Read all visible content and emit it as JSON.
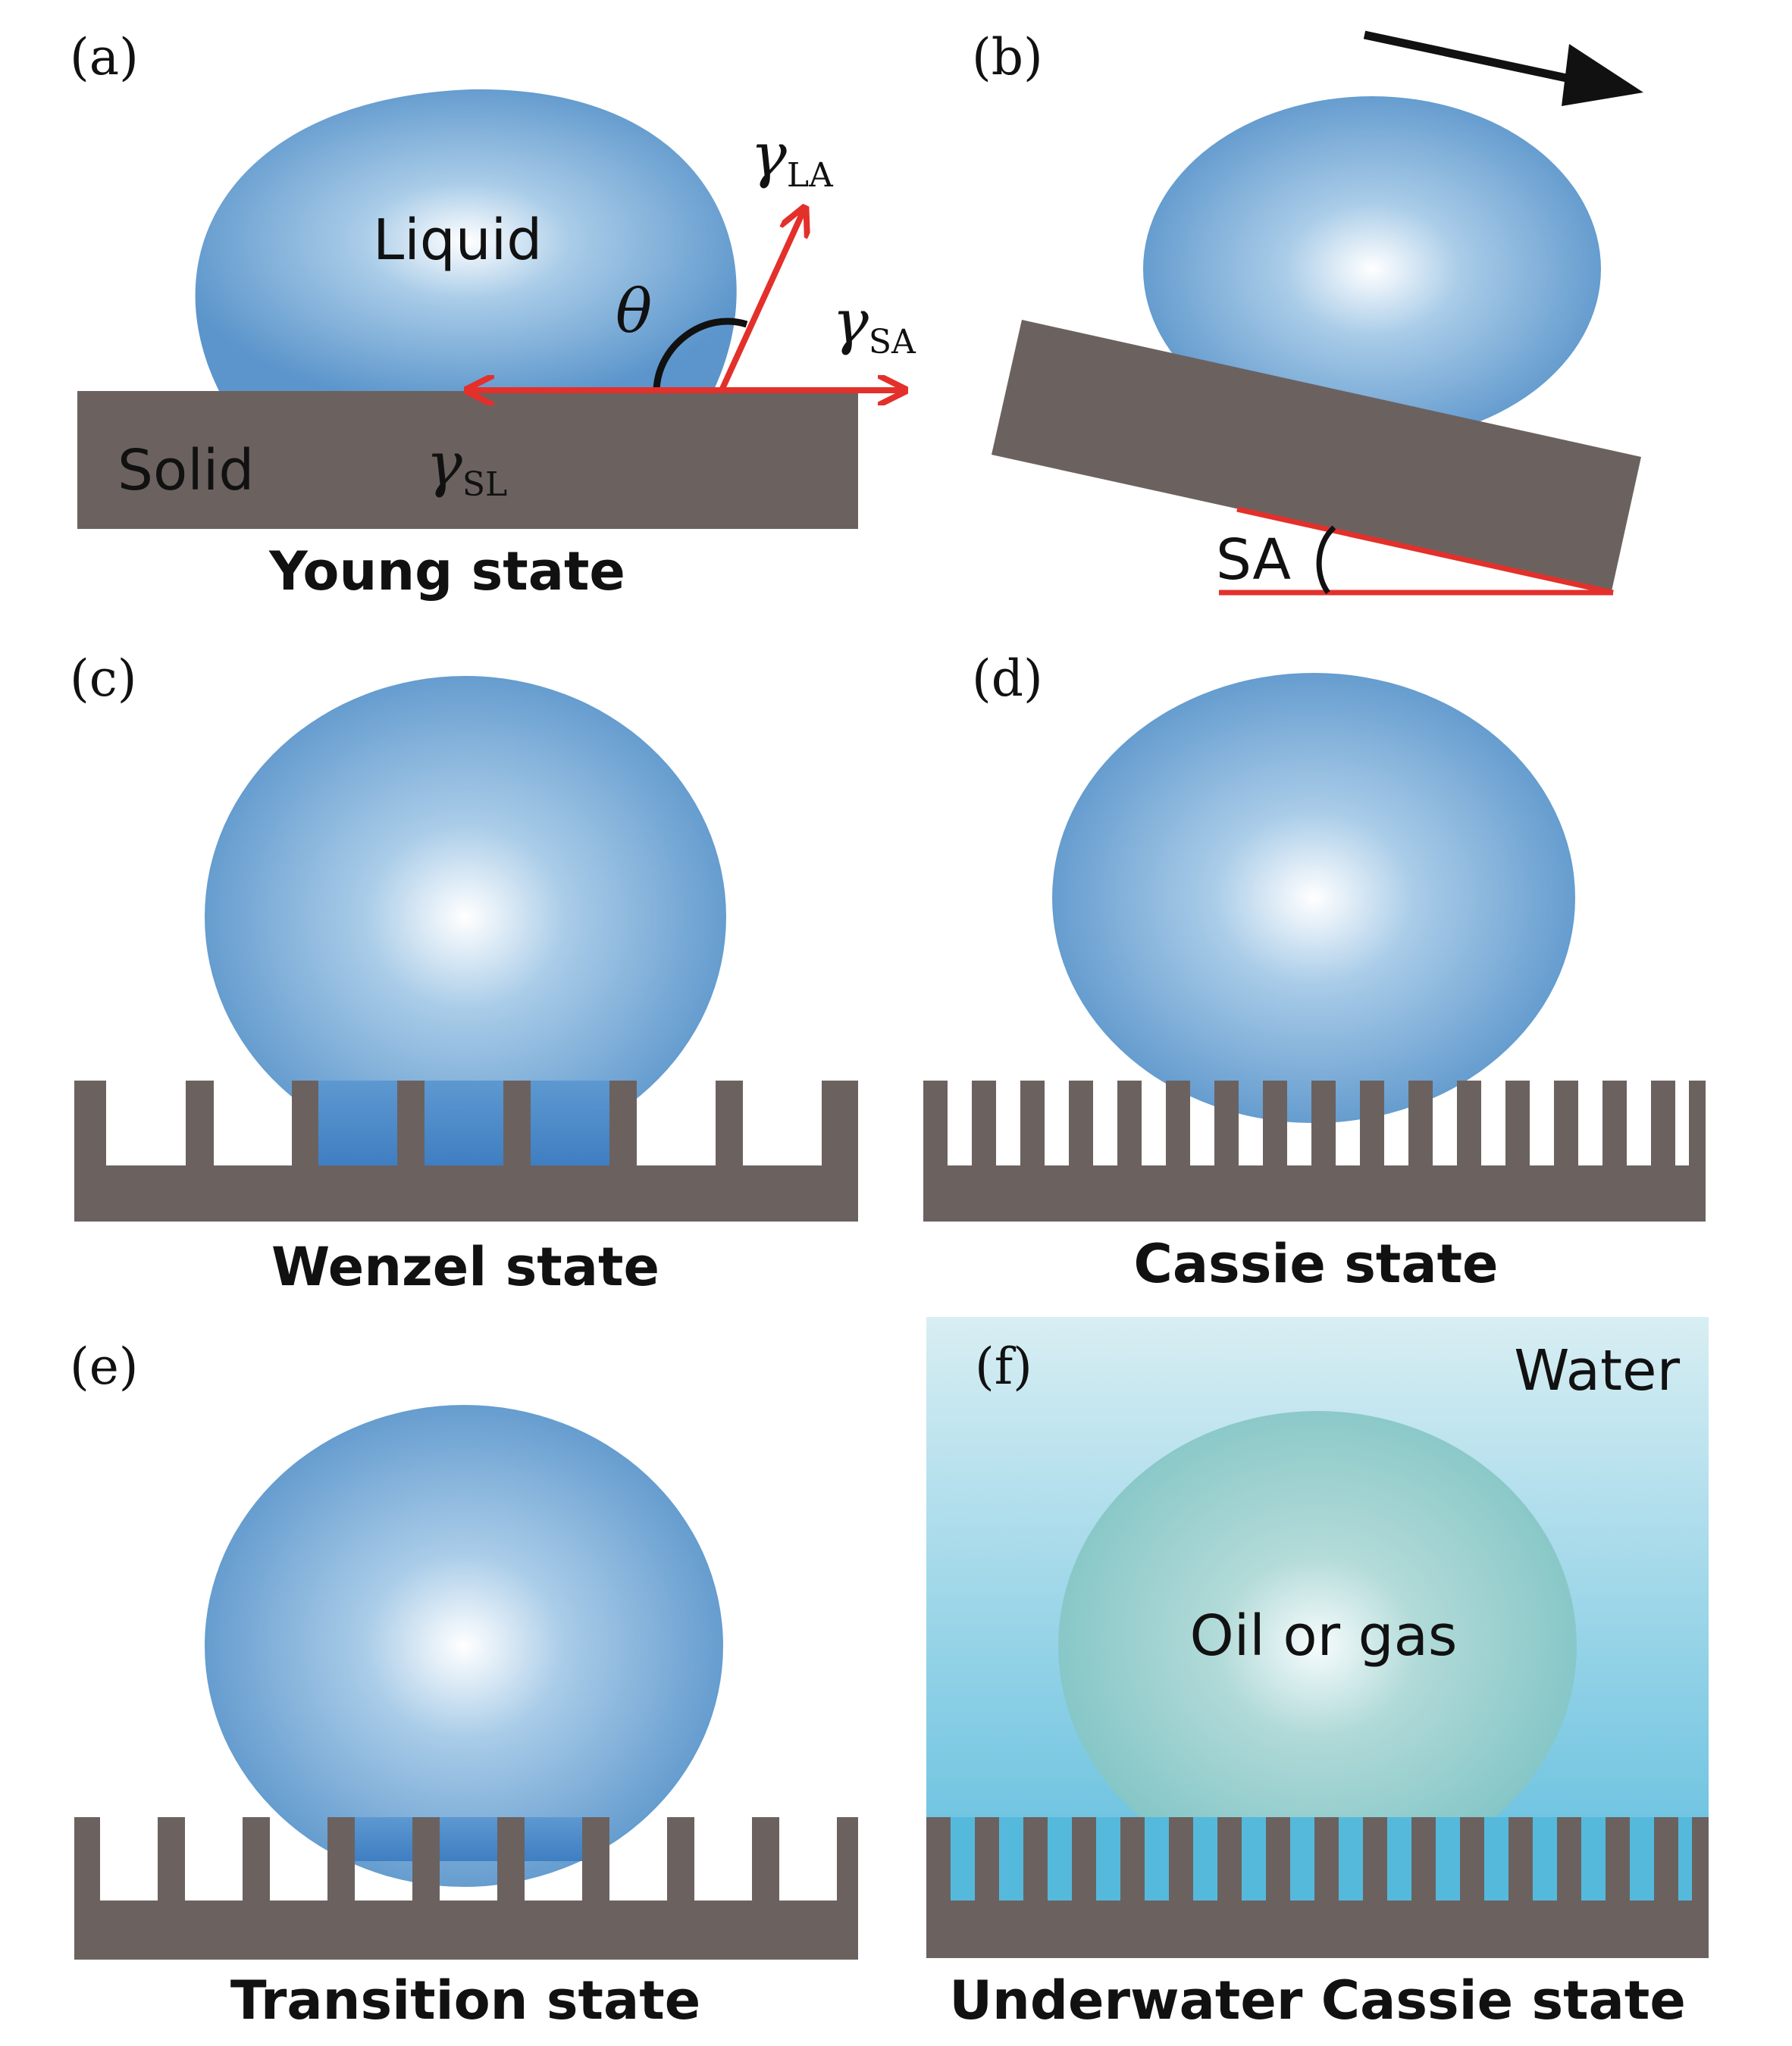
{
  "panels": {
    "a": {
      "letter": "(a)",
      "liquid_label": "Liquid",
      "solid_label": "Solid",
      "theta": "θ",
      "gamma": "γ",
      "sub_la": "LA",
      "sub_sa": "SA",
      "sub_sl": "SL",
      "caption": "Young state"
    },
    "b": {
      "letter": "(b)",
      "sa_label": "SA"
    },
    "c": {
      "letter": "(c)",
      "caption": "Wenzel state"
    },
    "d": {
      "letter": "(d)",
      "caption": "Cassie state"
    },
    "e": {
      "letter": "(e)",
      "caption": "Transition state"
    },
    "f": {
      "letter": "(f)",
      "water_label": "Water",
      "drop_label": "Oil or gas",
      "caption": "Underwater Cassie state"
    }
  },
  "colors": {
    "solid": "#6b6260",
    "drop_center": "#ffffff",
    "drop_edge": "#5b95cb",
    "force_arrow": "#e3302b",
    "water_top": "#d8eef3",
    "water_bottom": "#55b9dc",
    "oil_edge": "#7fc3c2",
    "text": "#111111"
  }
}
